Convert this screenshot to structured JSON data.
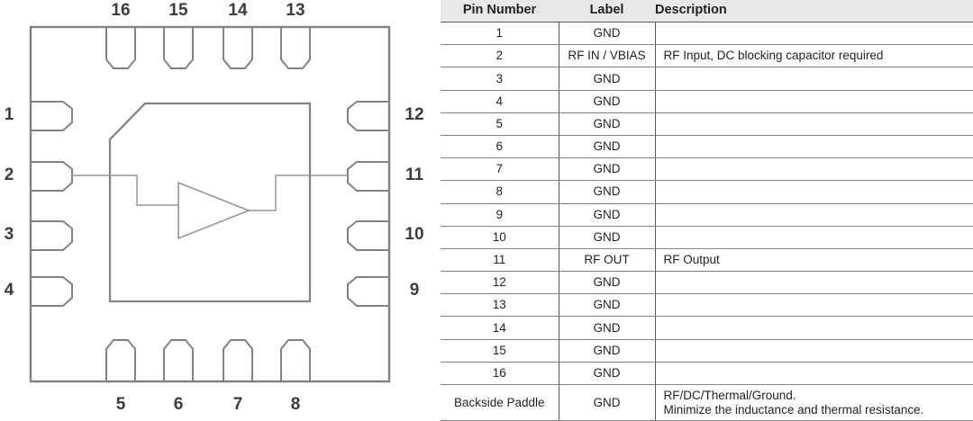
{
  "package_diagram": {
    "name": "qfn-16-package-pinout",
    "pin_numbers": {
      "top": [
        "16",
        "15",
        "14",
        "13"
      ],
      "left": [
        "1",
        "2",
        "3",
        "4"
      ],
      "right": [
        "12",
        "11",
        "10",
        "9"
      ],
      "bottom": [
        "5",
        "6",
        "7",
        "8"
      ]
    },
    "symbols": {
      "amplifier": "amplifier-triangle",
      "pin1_indicator": "chamfered-corner",
      "input_pin": "2",
      "output_pin": "11"
    },
    "colors": {
      "outline": "#808285",
      "trace": "#939598",
      "label": "#3b3b40"
    }
  },
  "pin_table": {
    "columns": [
      "Pin Number",
      "Label",
      "Description"
    ],
    "header_background": "#e8e8e8",
    "rows": [
      {
        "pin": "1",
        "label": "GND",
        "description": ""
      },
      {
        "pin": "2",
        "label": "RF IN / VBIAS",
        "description": "RF Input, DC blocking capacitor required"
      },
      {
        "pin": "3",
        "label": "GND",
        "description": ""
      },
      {
        "pin": "4",
        "label": "GND",
        "description": ""
      },
      {
        "pin": "5",
        "label": "GND",
        "description": ""
      },
      {
        "pin": "6",
        "label": "GND",
        "description": ""
      },
      {
        "pin": "7",
        "label": "GND",
        "description": ""
      },
      {
        "pin": "8",
        "label": "GND",
        "description": ""
      },
      {
        "pin": "9",
        "label": "GND",
        "description": ""
      },
      {
        "pin": "10",
        "label": "GND",
        "description": ""
      },
      {
        "pin": "11",
        "label": "RF OUT",
        "description": "RF Output"
      },
      {
        "pin": "12",
        "label": "GND",
        "description": ""
      },
      {
        "pin": "13",
        "label": "GND",
        "description": ""
      },
      {
        "pin": "14",
        "label": "GND",
        "description": ""
      },
      {
        "pin": "15",
        "label": "GND",
        "description": ""
      },
      {
        "pin": "16",
        "label": "GND",
        "description": ""
      }
    ],
    "paddle_row": {
      "pin": "Backside Paddle",
      "label": "GND",
      "description_line1": "RF/DC/Thermal/Ground.",
      "description_line2": "Minimize the inductance and thermal resistance."
    }
  }
}
